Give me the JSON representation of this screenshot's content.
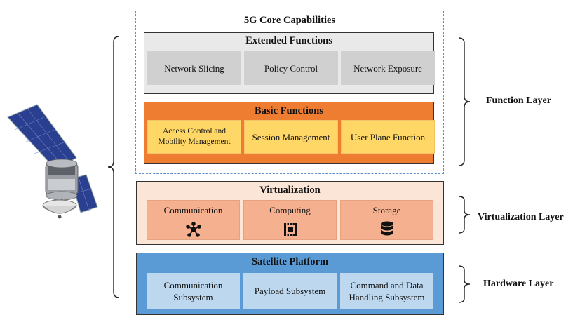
{
  "core": {
    "title": "5G Core Capabilities"
  },
  "extended": {
    "title": "Extended Functions",
    "items": [
      "Network Slicing",
      "Policy Control",
      "Network Exposure"
    ]
  },
  "basic": {
    "title": "Basic Functions",
    "items": [
      "Access Control and Mobility Management",
      "Session Management",
      "User Plane Function"
    ]
  },
  "virtualization": {
    "title": "Virtualization",
    "items": [
      {
        "label": "Communication",
        "icon": "network-hub-icon"
      },
      {
        "label": "Computing",
        "icon": "chip-icon"
      },
      {
        "label": "Storage",
        "icon": "database-icon"
      }
    ]
  },
  "hardware": {
    "title": "Satellite Platform",
    "items": [
      "Communication Subsystem",
      "Payload Subsystem",
      "Command and Data Handling Subsystem"
    ]
  },
  "layers": {
    "function": "Function Layer",
    "virtualization": "Virtualization Layer",
    "hardware": "Hardware Layer"
  },
  "colors": {
    "extended_bg": "#e9e9e9",
    "extended_cell": "#d0d0d0",
    "basic_bg": "#ee7d31",
    "basic_cell": "#ffd766",
    "virt_bg": "#fbe5d6",
    "virt_cell": "#f4b08f",
    "hw_bg": "#5b9bd5",
    "hw_cell": "#bdd7ee",
    "dashed_border": "#5b8fc9"
  }
}
